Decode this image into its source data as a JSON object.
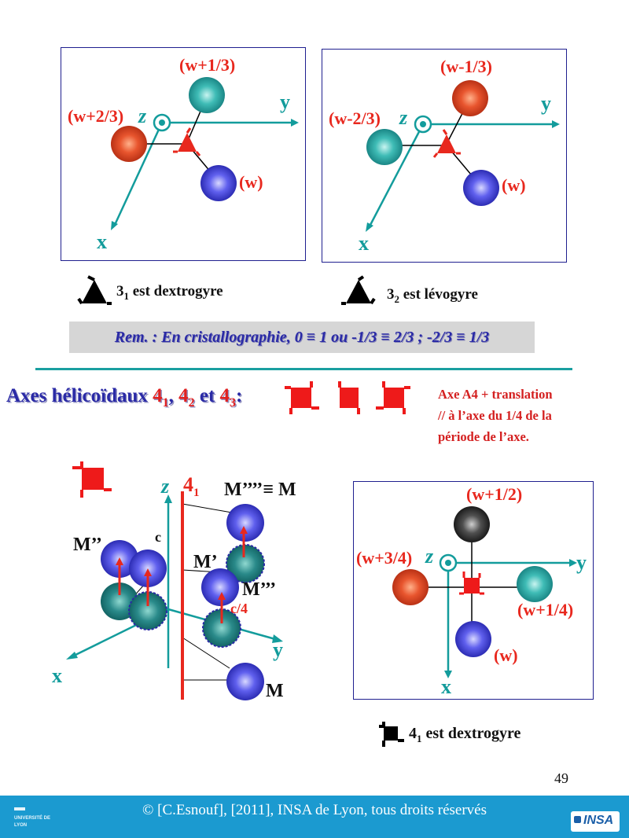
{
  "diagram1": {
    "label_top": "(w+1/3)",
    "label_left": "(w+2/3)",
    "label_bottom": "(w)",
    "axis_z": "z",
    "axis_y": "y",
    "axis_x": "x"
  },
  "diagram2": {
    "label_top": "(w-1/3)",
    "label_left": "(w-2/3)",
    "label_bottom": "(w)",
    "axis_z": "z",
    "axis_y": "y",
    "axis_x": "x"
  },
  "caption1": {
    "sym": "3",
    "sub": "1",
    "text": " est dextrogyre"
  },
  "caption2": {
    "sym": "3",
    "sub": "2",
    "text": " est lévogyre"
  },
  "remark": "Rem. : En cristallographie, 0 ≡ 1 ou -1/3 ≡ 2/3 ; -2/3 ≡ 1/3",
  "heading": {
    "text": "Axes hélicoïdaux ",
    "a": "4",
    "a_sub": "1",
    "comma": ", ",
    "b": "4",
    "b_sub": "2",
    "and": " et ",
    "c": "4",
    "c_sub": "3",
    "colon": ":"
  },
  "note": {
    "line1": "Axe A4 + translation",
    "line2": "// à l’axe du 1/4 de la",
    "line3": "période de l’axe."
  },
  "diagram3": {
    "axis_z": "z",
    "axis_label": "4",
    "axis_label_sub": "1",
    "m4": "M’’’’≡ M",
    "m2": "M’’",
    "m1": "M’",
    "m3": "M’’’",
    "m": "M",
    "c": "c",
    "c4": "c/4",
    "axis_y": "y",
    "axis_x": "x"
  },
  "diagram4": {
    "label_top": "(w+1/2)",
    "label_left": "(w+3/4)",
    "label_right": "(w+1/4)",
    "label_bottom": "(w)",
    "axis_z": "z",
    "axis_y": "y",
    "axis_x": "x"
  },
  "caption3": {
    "sym": "4",
    "sub": "1",
    "text": " est dextrogyre"
  },
  "page_number": "49",
  "footer": {
    "text": "© [C.Esnouf], [2011], INSA de Lyon, tous droits réservés",
    "logo_left": "UNIVERSITÉ DE LYON",
    "logo_right": "INSA"
  },
  "colors": {
    "teal": "#139c9c",
    "red": "#e8281e",
    "blue": "#3f3fd8",
    "navy": "#2a2aa6",
    "footer": "#1b9ad0"
  }
}
